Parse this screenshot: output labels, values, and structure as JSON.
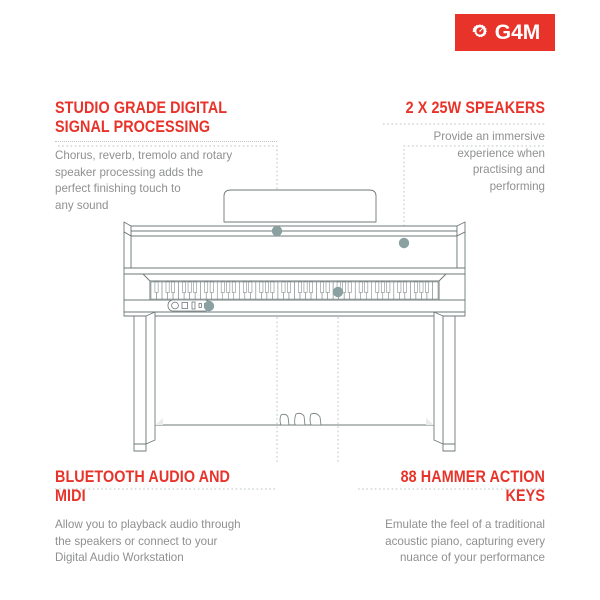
{
  "logo": {
    "name": "G4M",
    "icon": "gear-icon",
    "badge_color": "#e8332a",
    "text_color": "#ffffff"
  },
  "theme": {
    "heading_color": "#e8332a",
    "body_color": "#8f9090",
    "line_color": "#6e7878",
    "dot_color": "#8ba0a0",
    "leader_color": "#b9c3c3",
    "background": "#ffffff"
  },
  "callouts": {
    "top_left": {
      "heading": "STUDIO GRADE DIGITAL\nSIGNAL PROCESSING",
      "body": "Chorus, reverb, tremolo and rotary\nspeaker processing adds the\nperfect finishing touch to\nany sound"
    },
    "top_right": {
      "heading": "2 X 25W SPEAKERS",
      "body": "Provide an immersive\nexperience when\npractising and\nperforming"
    },
    "bottom_left": {
      "heading": "BLUETOOTH AUDIO AND MIDI",
      "body": "Allow you to playback audio through\nthe speakers or connect to your\nDigital Audio Workstation"
    },
    "bottom_right": {
      "heading": "88 HAMMER ACTION KEYS",
      "body": "Emulate the feel of a traditional\nacoustic piano, capturing every\nnuance of your performance"
    }
  },
  "illustration": {
    "subject": "digital-upright-piano-line-drawing",
    "parts": [
      "music-rest",
      "top-lid",
      "cabinet-body",
      "keyboard",
      "key-slip",
      "connection-panel",
      "left-leg-panel",
      "right-leg-panel",
      "pedal-board",
      "soft-pedal",
      "sostenuto-pedal",
      "sustain-pedal"
    ],
    "hotspots": [
      {
        "name": "music-rest-hotspot",
        "label": "STUDIO GRADE DIGITAL SIGNAL PROCESSING"
      },
      {
        "name": "speaker-hotspot",
        "label": "2 X 25W SPEAKERS"
      },
      {
        "name": "connection-hotspot",
        "label": "BLUETOOTH AUDIO AND MIDI"
      },
      {
        "name": "keyboard-hotspot",
        "label": "88 HAMMER ACTION KEYS"
      }
    ]
  }
}
